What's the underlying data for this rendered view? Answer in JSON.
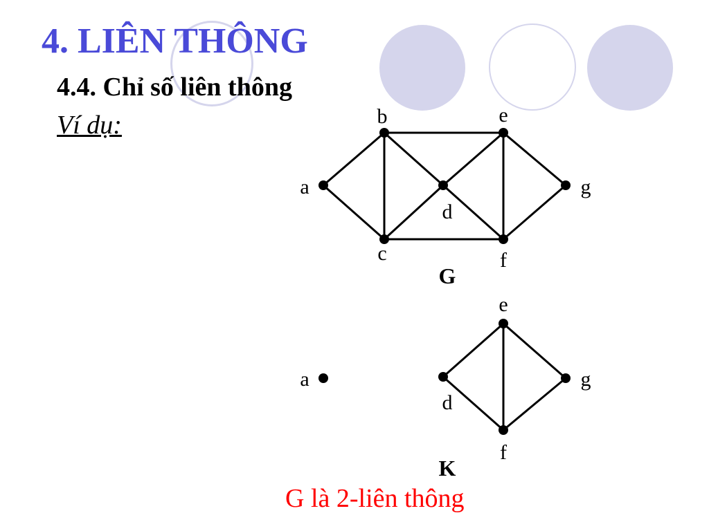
{
  "slide": {
    "title": "4. LIÊN THÔNG",
    "subtitle": "4.4. Chỉ số liên thông",
    "example_label": "Ví dụ:",
    "caption": "G là 2-liên thông",
    "colors": {
      "title": "#4a4ad8",
      "caption": "#ff0000",
      "decoration": "#d5d5ec"
    }
  },
  "graphs": [
    {
      "id": "G",
      "label": "G",
      "vertices": [
        "a",
        "b",
        "c",
        "d",
        "e",
        "f",
        "g"
      ],
      "edges": [
        [
          "a",
          "b"
        ],
        [
          "a",
          "c"
        ],
        [
          "b",
          "c"
        ],
        [
          "b",
          "d"
        ],
        [
          "b",
          "e"
        ],
        [
          "c",
          "d"
        ],
        [
          "c",
          "f"
        ],
        [
          "d",
          "e"
        ],
        [
          "d",
          "f"
        ],
        [
          "e",
          "f"
        ],
        [
          "e",
          "g"
        ],
        [
          "f",
          "g"
        ]
      ]
    },
    {
      "id": "K",
      "label": "K",
      "vertices": [
        "a",
        "d",
        "e",
        "f",
        "g"
      ],
      "edges": [
        [
          "d",
          "e"
        ],
        [
          "d",
          "f"
        ],
        [
          "e",
          "f"
        ],
        [
          "e",
          "g"
        ],
        [
          "f",
          "g"
        ]
      ]
    }
  ]
}
